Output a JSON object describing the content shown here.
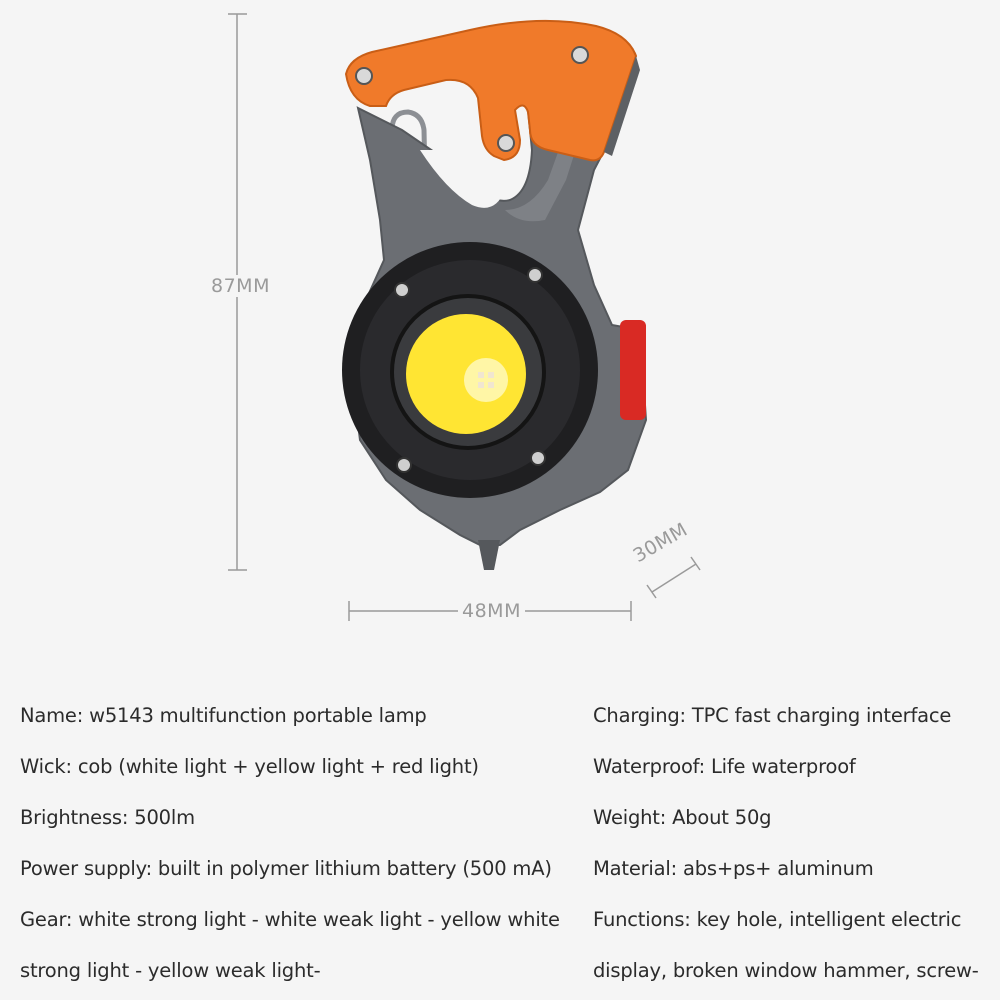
{
  "dimensions": {
    "height": "87MM",
    "width": "48MM",
    "depth": "30MM"
  },
  "specs_left": [
    "Name: w5143 multifunction portable lamp",
    "Wick: cob (white light + yellow light + red light)",
    "Brightness: 500lm",
    "Power supply: built in polymer lithium battery (500 mA)",
    "Gear: white strong light - white weak light - yellow white",
    "strong light - yellow weak light-"
  ],
  "specs_right": [
    "Charging: TPC fast charging interface",
    "Waterproof: Life waterproof",
    "Weight: About 50g",
    "Material: abs+ps+ aluminum",
    "Functions: key hole, intelligent electric",
    "display, broken window hammer, screw-"
  ],
  "colors": {
    "background": "#f5f5f5",
    "handle_orange": "#f07a2a",
    "body_gray": "#6b6e73",
    "ring_black": "#1f1f21",
    "lens_yellow": "#ffe533",
    "accent_red": "#d92a24",
    "dimension_line": "#9a9a9a",
    "text": "#2b2b2b"
  }
}
